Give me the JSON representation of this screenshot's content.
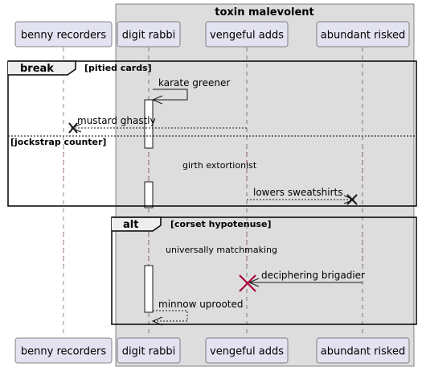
{
  "group": {
    "title": "toxin malevolent"
  },
  "participants": [
    {
      "id": "benny",
      "label": "benny recorders"
    },
    {
      "id": "digit",
      "label": "digit rabbi"
    },
    {
      "id": "vengeful",
      "label": "vengeful adds"
    },
    {
      "id": "abundant",
      "label": "abundant risked"
    }
  ],
  "fragments": {
    "break": {
      "keyword": "break",
      "condition": "[pitied cards]",
      "else_condition": "[jockstrap counter]"
    },
    "alt": {
      "keyword": "alt",
      "condition": "[corset hypotenuse]"
    }
  },
  "messages": [
    {
      "id": "m1",
      "label": "karate greener",
      "from": "digit",
      "to": "digit",
      "style": "solid"
    },
    {
      "id": "m2",
      "label": "mustard ghastly",
      "from": "vengeful",
      "to": "benny",
      "style": "dashed",
      "end": "destroy"
    },
    {
      "id": "m3",
      "label": "lowers sweatshirts",
      "from": "vengeful",
      "to": "abundant",
      "style": "dashed",
      "end": "destroy"
    },
    {
      "id": "m4",
      "label": "deciphering brigadier",
      "from": "abundant",
      "to": "vengeful",
      "style": "solid",
      "end": "destroy-lost"
    },
    {
      "id": "m5",
      "label": "minnow uprooted",
      "from": "digit",
      "to": "digit",
      "style": "dashed"
    }
  ],
  "delays": [
    {
      "id": "d1",
      "label": "girth extortionist"
    },
    {
      "id": "d2",
      "label": "universally matchmaking"
    }
  ],
  "colors": {
    "group_fill": "#dddddd",
    "participant_fill": "#e2e2f0",
    "participant_border": "#181818",
    "lifeline": "#181818",
    "destroy_lost": "#a80036"
  }
}
